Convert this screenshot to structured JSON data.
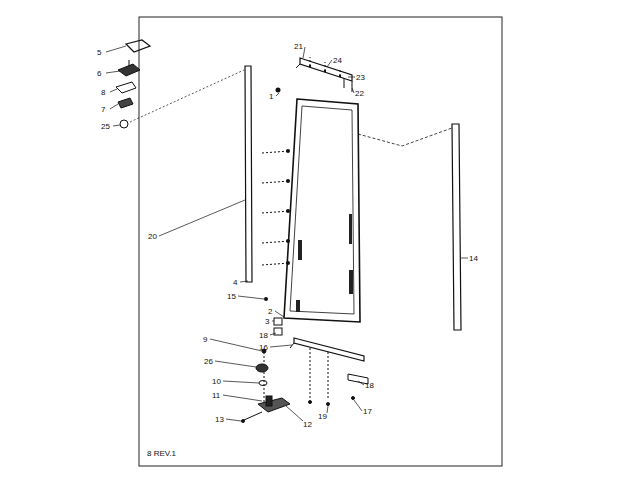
{
  "diagram": {
    "labels": [
      "5",
      "21",
      "6",
      "24",
      "8",
      "23",
      "7",
      "22",
      "25",
      "1",
      "20",
      "14",
      "4",
      "15",
      "2",
      "3",
      "18",
      "16",
      "9",
      "26",
      "18",
      "10",
      "11",
      "17",
      "19",
      "13",
      "12",
      "8 REV.1"
    ]
  }
}
